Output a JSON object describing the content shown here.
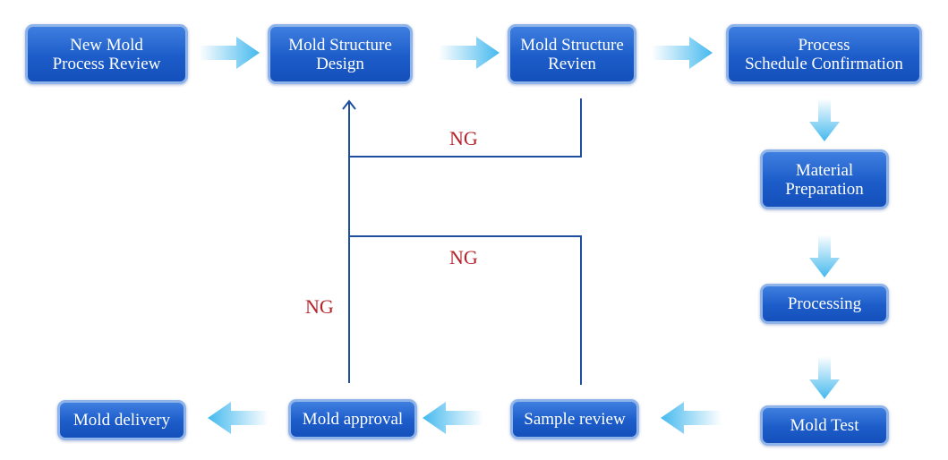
{
  "nodes": {
    "new_mold_review": "New Mold\nProcess Review",
    "structure_design": "Mold Structure\nDesign",
    "structure_review": "Mold Structure\nRevien",
    "schedule_confirmation": "Process\nSchedule Confirmation",
    "material_preparation": "Material\nPreparation",
    "processing": "Processing",
    "mold_test": "Mold Test",
    "sample_review": "Sample review",
    "mold_approval": "Mold approval",
    "mold_delivery": "Mold delivery"
  },
  "labels": {
    "ng_structure_review": "NG",
    "ng_sample_review": "NG",
    "ng_mold_approval": "NG"
  },
  "colors": {
    "node_fill": "#1c5cc9",
    "node_border": "#8fb4ea",
    "arrow": "#45b9ee",
    "line": "#1e4f9e",
    "ng_text": "#b4232a"
  }
}
